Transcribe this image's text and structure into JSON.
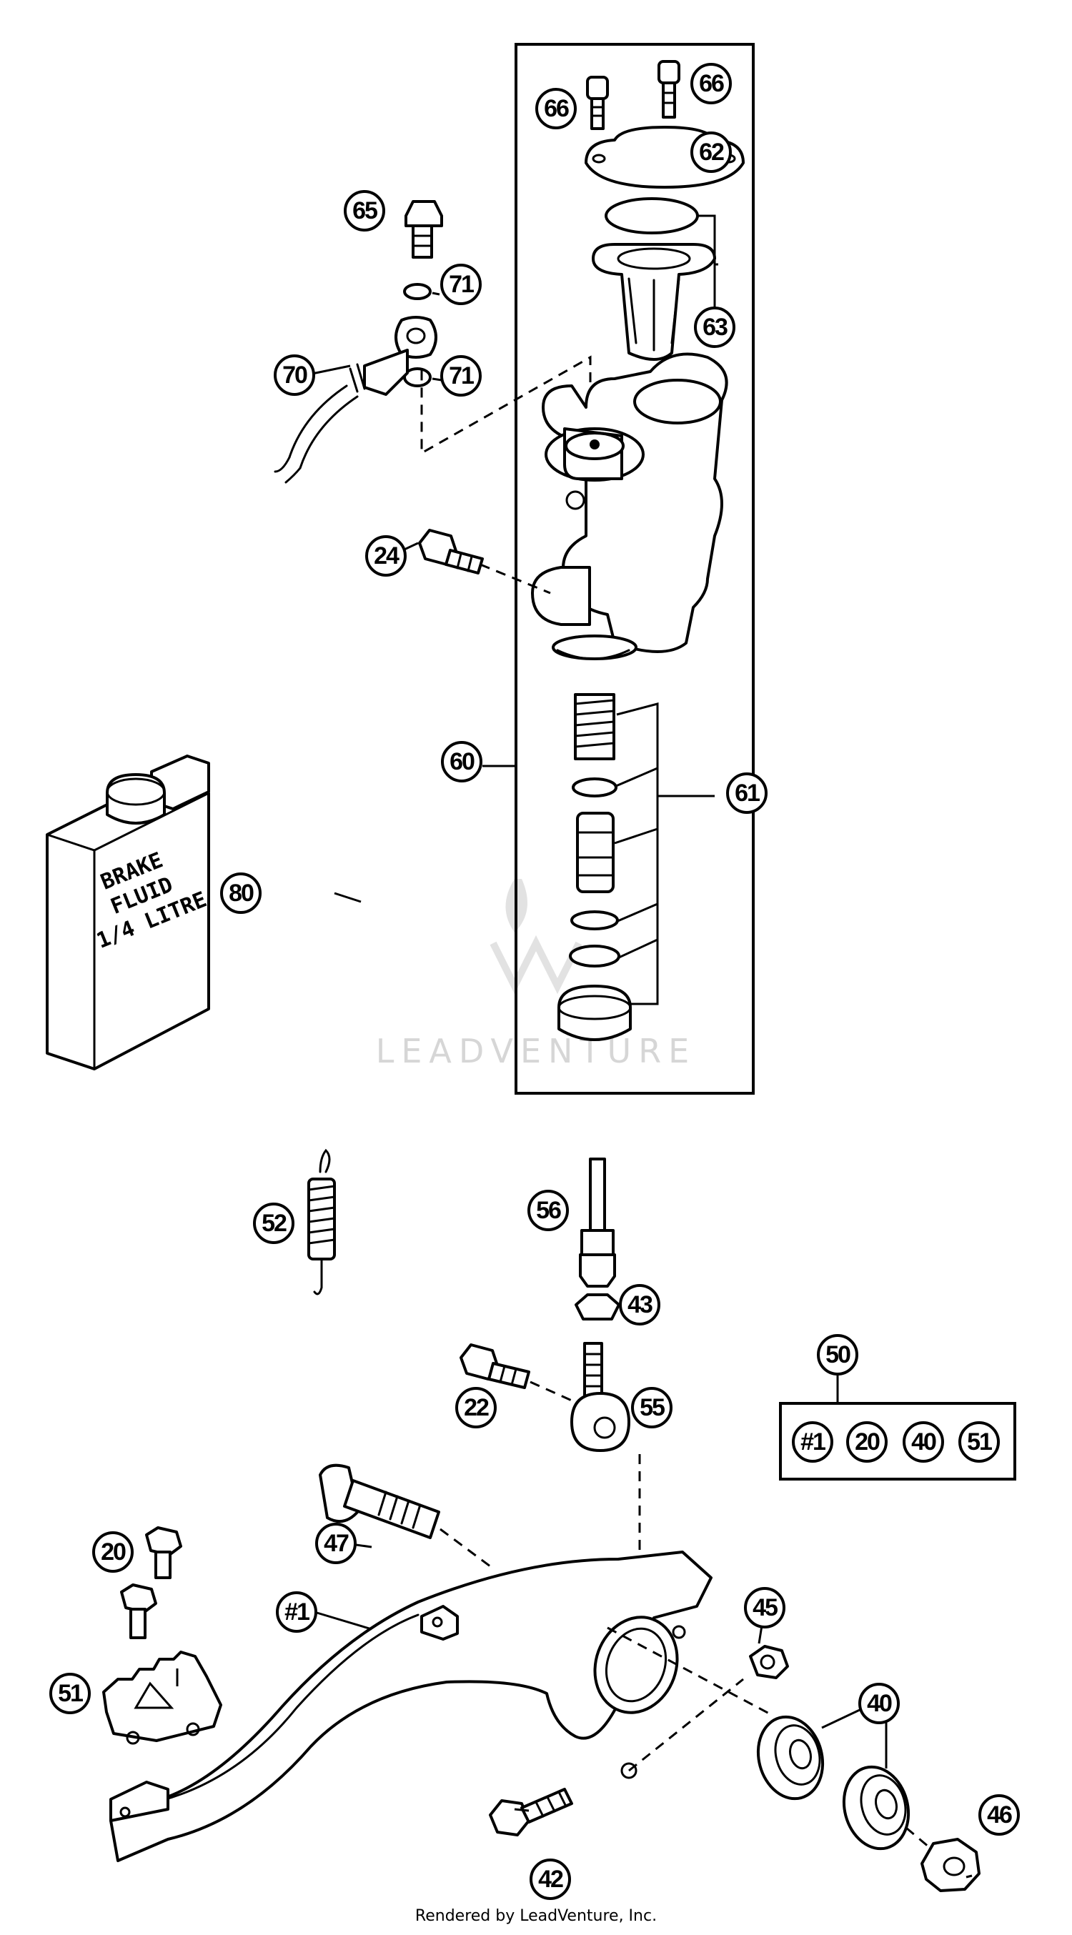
{
  "callouts": {
    "c66a": "66",
    "c66b": "66",
    "c62": "62",
    "c63": "63",
    "c65": "65",
    "c71a": "71",
    "c71b": "71",
    "c70": "70",
    "c24": "24",
    "c60": "60",
    "c61": "61",
    "c80": "80",
    "c52": "52",
    "c56": "56",
    "c43": "43",
    "c22": "22",
    "c55": "55",
    "c50": "50",
    "kit1": "#1",
    "kit20": "20",
    "kit40": "40",
    "kit51": "51",
    "c47": "47",
    "c20": "20",
    "c1": "#1",
    "c45": "45",
    "c51": "51",
    "c40": "40",
    "c42": "42",
    "c46": "46"
  },
  "bottle_label": {
    "line1": "BRAKE",
    "line2": "FLUID",
    "line3": "1/4 LITRE"
  },
  "watermark": "LEADVENTURE",
  "footer": "Rendered by LeadVenture, Inc."
}
